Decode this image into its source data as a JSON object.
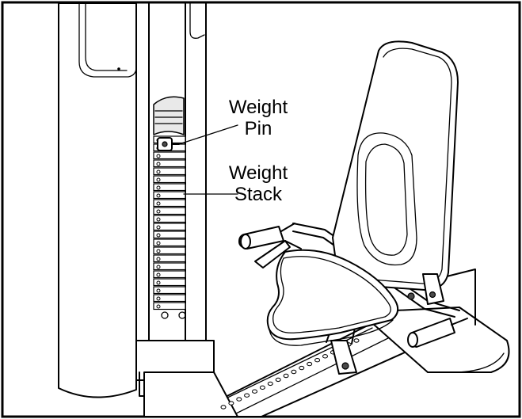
{
  "callouts": {
    "weight_pin": {
      "line1": "Weight",
      "line2": "Pin"
    },
    "weight_stack": {
      "line1": "Weight",
      "line2": "Stack"
    }
  },
  "colors": {
    "line": "#000000",
    "background": "#ffffff",
    "shade": "#e9e9e9"
  },
  "weight_stack_plates": 22,
  "rail_holes": 18
}
